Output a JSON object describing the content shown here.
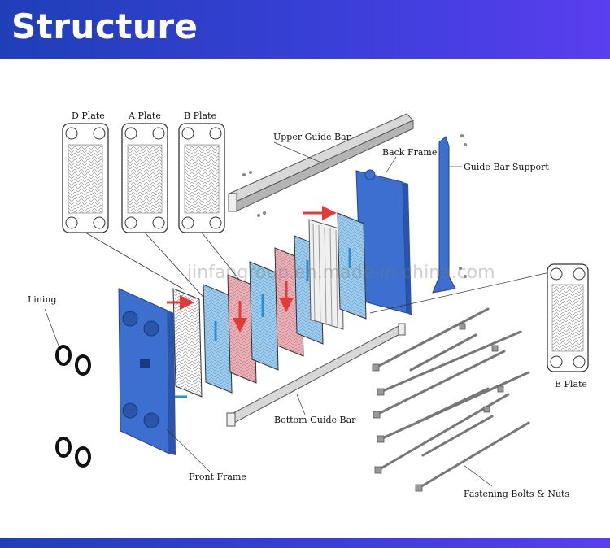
{
  "header": {
    "title": "Structure"
  },
  "labels": {
    "d_plate": "D Plate",
    "a_plate": "A Plate",
    "b_plate": "B Plate",
    "upper_guide_bar": "Upper Guide Bar",
    "back_frame": "Back Frame",
    "guide_bar_support": "Guide Bar Support",
    "lining": "Lining",
    "e_plate": "E Plate",
    "bottom_guide_bar": "Bottom Guide Bar",
    "front_frame": "Front Frame",
    "fastening_bolts": "Fastening Bolts & Nuts"
  },
  "watermark": "jinfangroup.en.made-in-china.com",
  "colors": {
    "header": "#2b3fd0",
    "frame_blue": "#3c6fd0",
    "hot_plate": "#e8a7ae",
    "cold_plate": "#8fc3ea",
    "arrow_red": "#e23b3b",
    "arrow_blue": "#2a8fd8"
  }
}
